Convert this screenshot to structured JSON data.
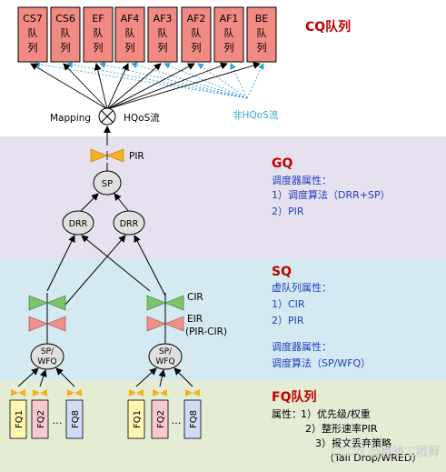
{
  "cq": {
    "title": "CQ队列",
    "queues": [
      {
        "name": "CS7",
        "label": "队列"
      },
      {
        "name": "CS6",
        "label": "队列"
      },
      {
        "name": "EF",
        "label": "队列"
      },
      {
        "name": "AF4",
        "label": "队列"
      },
      {
        "name": "AF3",
        "label": "队列"
      },
      {
        "name": "AF2",
        "label": "队列"
      },
      {
        "name": "AF1",
        "label": "队列"
      },
      {
        "name": "BE",
        "label": "队列"
      }
    ],
    "mapping_label": "Mapping",
    "hqos_flow_label": "HQoS流",
    "non_hqos_flow_label": "非HQoS流"
  },
  "gq": {
    "title": "GQ",
    "attr_title": "调度器属性：",
    "attrs": [
      "1）调度算法（DRR+SP）",
      "2）PIR"
    ],
    "sp_label": "SP",
    "drr_label": "DRR",
    "pir_label": "PIR"
  },
  "sq": {
    "title": "SQ",
    "queue_attr_title": "虚队列属性：",
    "queue_attrs": [
      "1）CIR",
      "2）PIR"
    ],
    "sched_attr_title": "调度器属性：",
    "sched_attrs": [
      "调度算法（SP/WFQ）"
    ],
    "cir_label": "CIR",
    "eir_label": "EIR",
    "eir_sub_label": "(PIR-CIR)",
    "scheduler_label_top": "SP/",
    "scheduler_label_bottom": "WFQ"
  },
  "fq": {
    "title": "FQ队列",
    "attr_title": "属性：",
    "attrs": [
      "1）优先级/权重",
      "2）整形速率PIR",
      "3）报文丢弃策略",
      "（Tail Drop/WRED）"
    ],
    "queues": [
      "FQ1",
      "FQ2",
      "FQ8"
    ],
    "ellipsis": "…"
  },
  "watermark": "CSDN @网络工程师",
  "colors": {
    "cq_band": "#ffffff",
    "gq_band": "#e7e0ef",
    "sq_band": "#d4e9f1",
    "fq_band": "#e5ecd6",
    "cq_queue_fill": "#f08a82",
    "title_red": "#c00000",
    "attr_blue": "#1f3fbf",
    "non_hqos_arrow": "#3aa0d8",
    "valve_orange": "#f5b21a",
    "valve_green": "#7cc46a",
    "valve_pink": "#f0908a",
    "fq_yellow": "#fff7b0",
    "fq_pink": "#f8c8d0",
    "fq_blue": "#cfdcf5",
    "node_gray": "#e0e0e0"
  }
}
